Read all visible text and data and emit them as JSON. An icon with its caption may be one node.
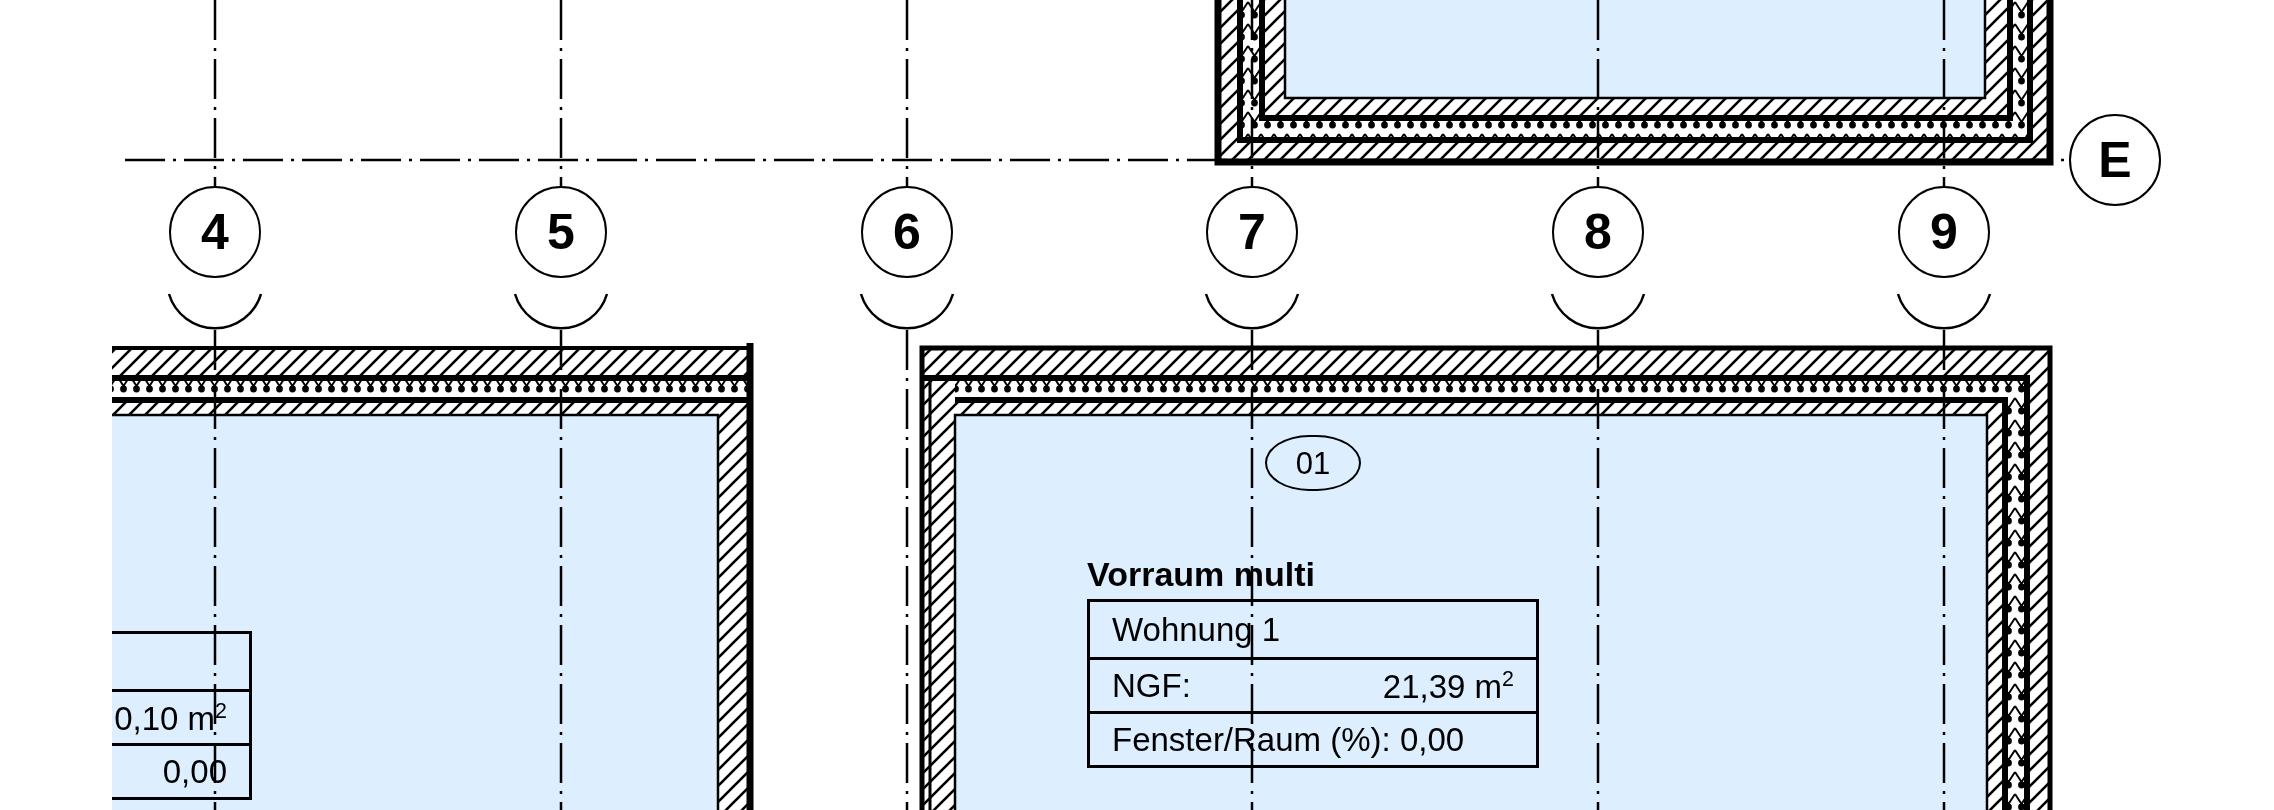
{
  "diagram": {
    "nodes": [
      {
        "text": [
          "E"
        ]
      },
      {
        "text": [
          "4"
        ]
      },
      {
        "text": [
          "5"
        ]
      },
      {
        "text": [
          "6"
        ]
      },
      {
        "text": [
          "7"
        ]
      },
      {
        "text": [
          "8"
        ]
      },
      {
        "text": [
          "9"
        ]
      },
      {
        "text": [
          "01"
        ]
      },
      {
        "text": [
          "0,10 m$^{2}$",
          "0,00"
        ]
      },
      {
        "text": [
          "Vorraum multi",
          "Wohnung 1",
          "NGF:",
          "21,39 m$^{2}$",
          "Fenster/Raum (%): 0,00"
        ]
      }
    ]
  }
}
